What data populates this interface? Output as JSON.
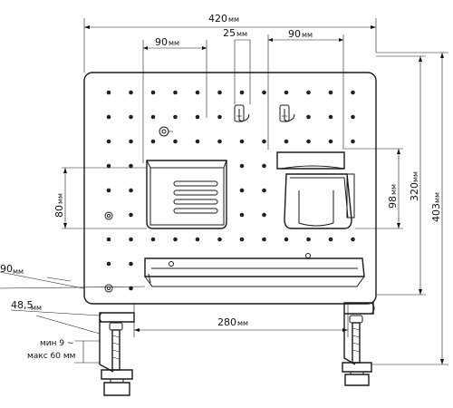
{
  "diagram": {
    "dimensions": {
      "panel_width": {
        "value": "420",
        "unit": "мм"
      },
      "hook_gap": {
        "value": "25",
        "unit": "мм"
      },
      "basket_width": {
        "value": "90",
        "unit": "мм"
      },
      "cup_holder_width": {
        "value": "90",
        "unit": "мм"
      },
      "basket_height": {
        "value": "80",
        "unit": "мм"
      },
      "cup_holder_height": {
        "value": "98",
        "unit": "мм"
      },
      "panel_height": {
        "value": "320",
        "unit": "мм"
      },
      "total_height": {
        "value": "403",
        "unit": "мм"
      },
      "clamp_spacing": {
        "value": "280",
        "unit": "мм"
      },
      "shelf_depth": {
        "value": "90",
        "unit": "мм"
      },
      "clamp_depth": {
        "value": "48,5",
        "unit": "мм"
      },
      "clamp_range_min": "мин 9 ~",
      "clamp_range_max": "макс 60 мм"
    }
  }
}
